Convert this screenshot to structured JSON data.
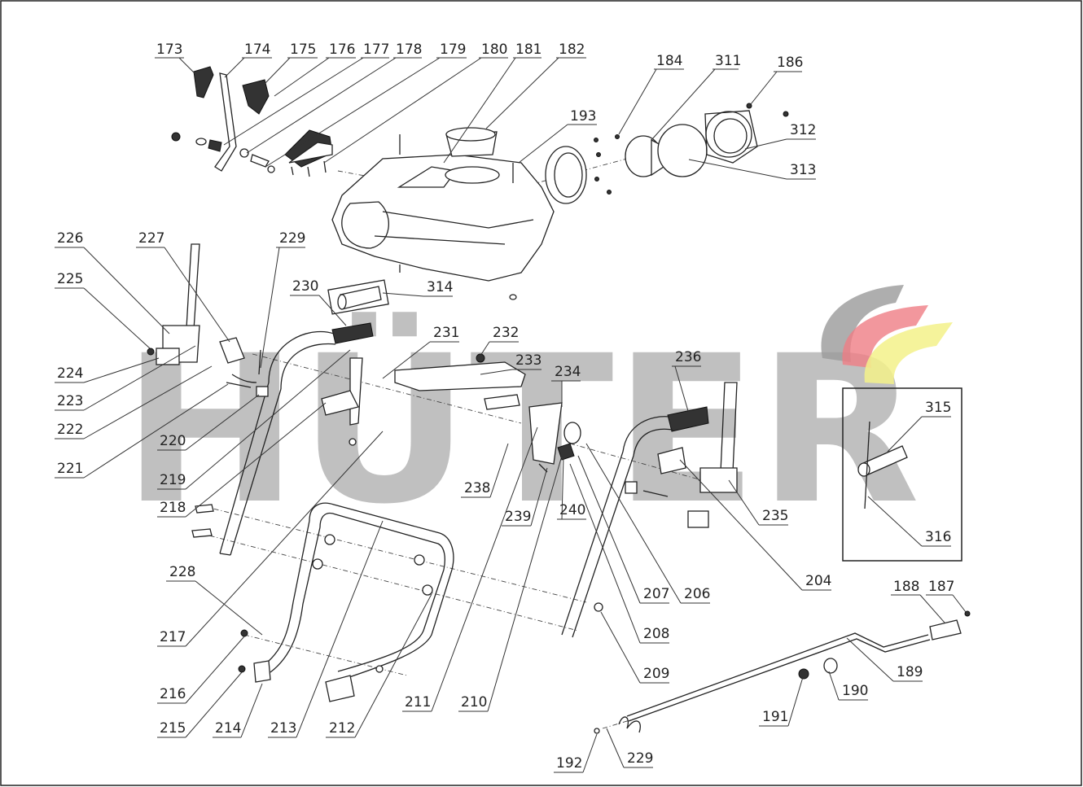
{
  "watermark": {
    "text": "HÜTER",
    "logo_colors": [
      "#9a9a9a",
      "#ef7d85",
      "#f3f18a"
    ]
  },
  "labels": {
    "l173": "173",
    "l174": "174",
    "l175": "175",
    "l176": "176",
    "l177": "177",
    "l178": "178",
    "l179": "179",
    "l180": "180",
    "l181": "181",
    "l182": "182",
    "l184": "184",
    "l311": "311",
    "l186": "186",
    "l312": "312",
    "l313": "313",
    "l193": "193",
    "l226": "226",
    "l227": "227",
    "l229a": "229",
    "l225": "225",
    "l230": "230",
    "l314": "314",
    "l231": "231",
    "l232": "232",
    "l233": "233",
    "l234": "234",
    "l236": "236",
    "l224": "224",
    "l223": "223",
    "l222": "222",
    "l220": "220",
    "l221": "221",
    "l219": "219",
    "l218": "218",
    "l238": "238",
    "l239": "239",
    "l240": "240",
    "l235": "235",
    "l204": "204",
    "l207": "207",
    "l206": "206",
    "l208": "208",
    "l209": "209",
    "l228": "228",
    "l217": "217",
    "l216": "216",
    "l215": "215",
    "l214": "214",
    "l213": "213",
    "l212": "212",
    "l211": "211",
    "l210": "210",
    "l315": "315",
    "l316": "316",
    "l188": "188",
    "l187": "187",
    "l189": "189",
    "l190": "190",
    "l191": "191",
    "l192": "192",
    "l229b": "229"
  }
}
